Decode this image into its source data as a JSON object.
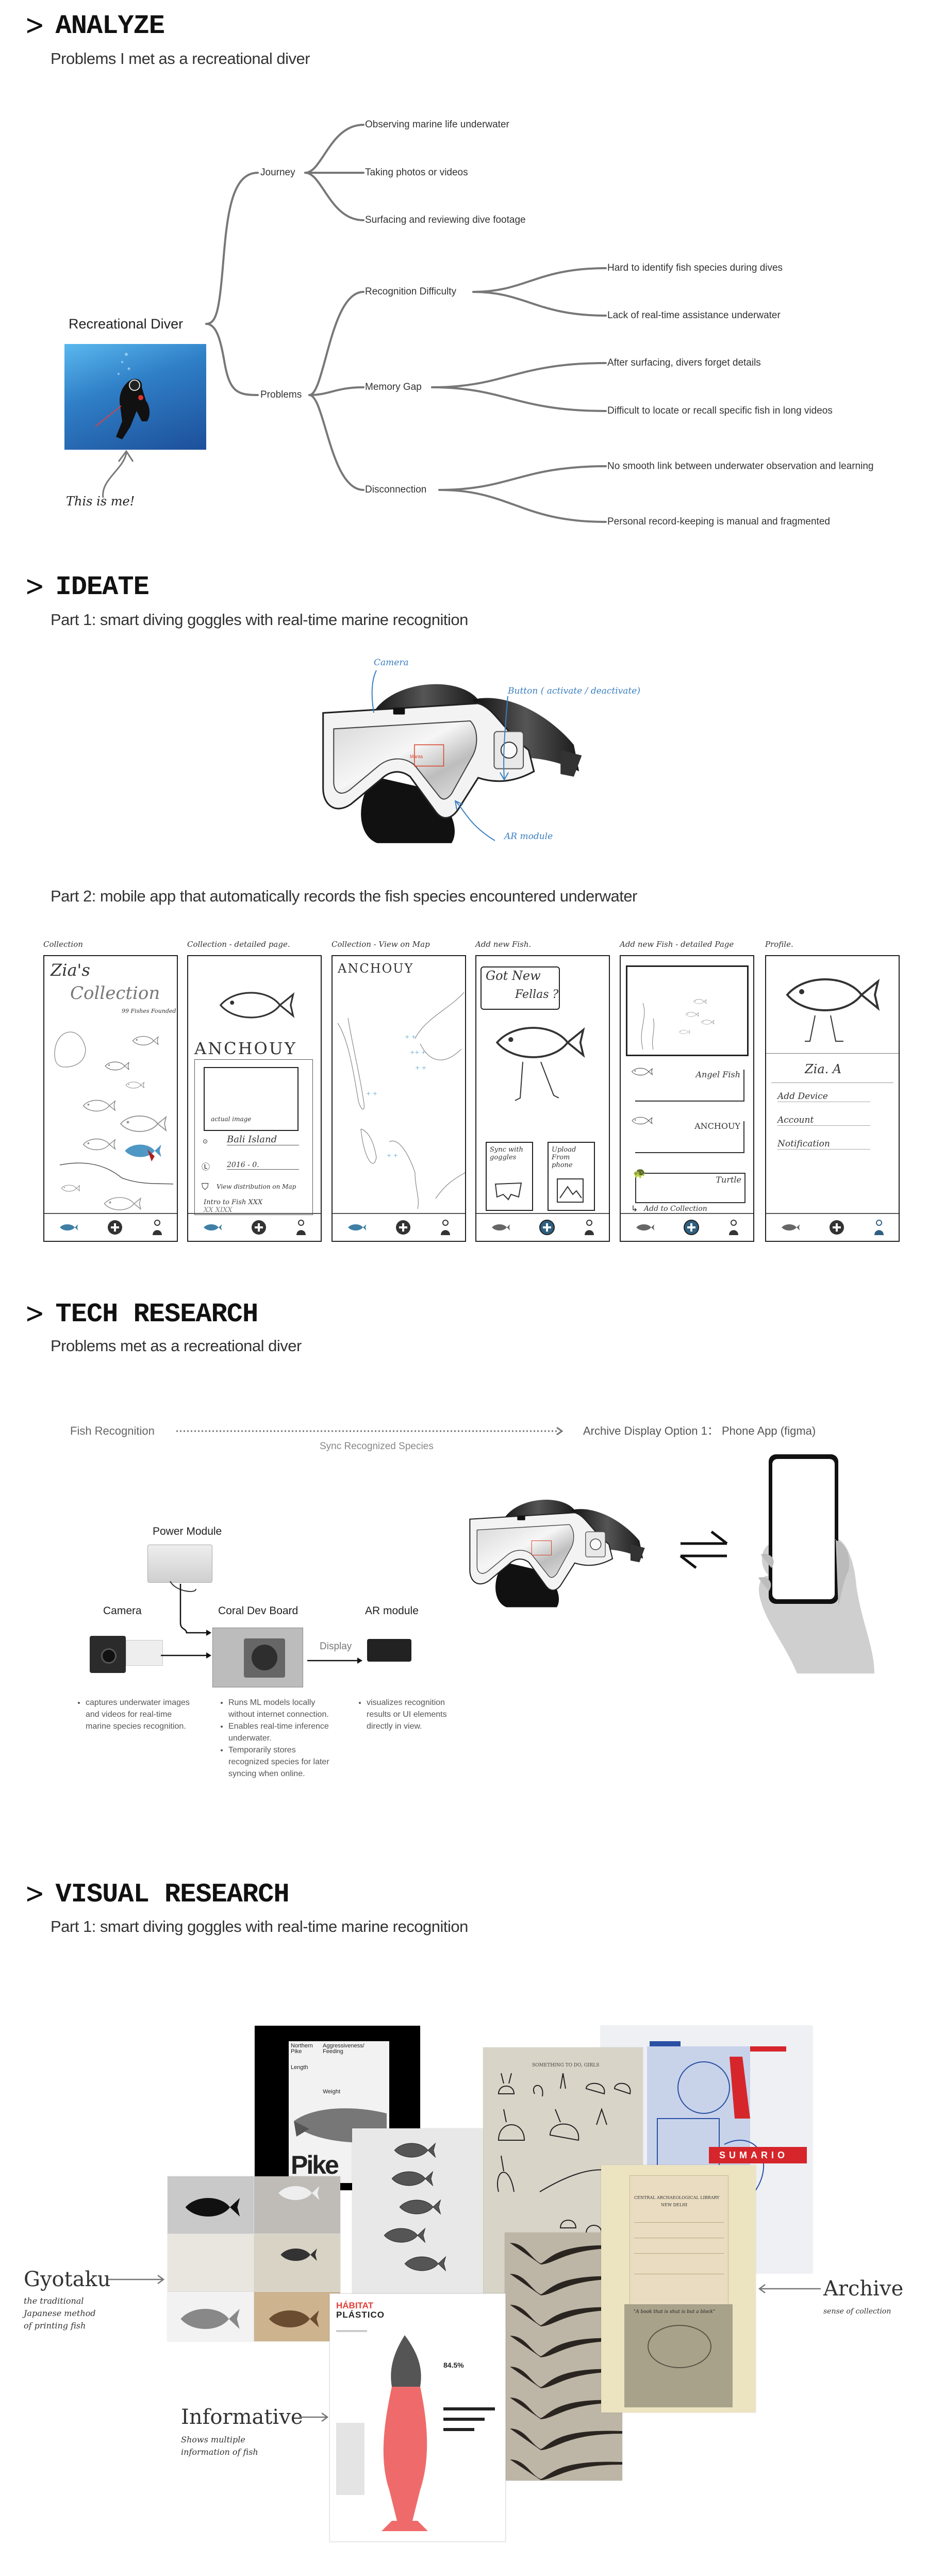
{
  "analyze": {
    "title": "ANALYZE",
    "subtitle": "Problems I met as a recreational diver",
    "root": "Recreational Diver",
    "photo_caption": "This is me!",
    "journey": {
      "label": "Journey",
      "items": [
        "Observing marine life underwater",
        "Taking photos or videos",
        "Surfacing and reviewing dive footage"
      ]
    },
    "problems": {
      "label": "Problems",
      "groups": [
        {
          "label": "Recognition Difficulty",
          "items": [
            "Hard to identify fish species during dives",
            "Lack of real-time assistance underwater"
          ]
        },
        {
          "label": "Memory Gap",
          "items": [
            "After surfacing, divers forget details",
            "Difficult to locate or recall specific fish in long videos"
          ]
        },
        {
          "label": "Disconnection",
          "items": [
            "No smooth link between underwater observation and learning",
            "Personal record-keeping is manual and fragmented"
          ]
        }
      ]
    }
  },
  "ideate": {
    "title": "IDEATE",
    "part1": "Part 1:  smart diving goggles with real-time marine recognition",
    "part2": "Part 2:  mobile app that automatically records the fish species encountered underwater",
    "annotations": {
      "camera": "Camera",
      "button": "Button ( activate / deactivate)",
      "ar": "AR module",
      "lens_tag": "Manta"
    },
    "annotation_color": "#3a7fc1",
    "screens": [
      {
        "label": "Collection",
        "title1": "Zia's",
        "title2": "Collection",
        "count": "99 Fishes Founded"
      },
      {
        "label": "Collection - detailed page.",
        "name": "ANCHOUY",
        "image_caption": "actual image",
        "location": "Bali Island",
        "date": "2016 - 0.",
        "map_link": "View distribution on Map",
        "intro": "Intro to Fish XXX",
        "intro2": "XX  XIXX"
      },
      {
        "label": "Collection - View on Map",
        "name": "ANCHOUY"
      },
      {
        "label": "Add new Fish.",
        "bubble1": "Got New",
        "bubble2": "Fellas ?",
        "sync": "Sync with goggles",
        "upload": "Upload From phone"
      },
      {
        "label": "Add new Fish - detailed Page",
        "items": [
          "Angel Fish",
          "ANCHOUY",
          "Turtle"
        ],
        "add": "Add to Collection"
      },
      {
        "label": "Profile.",
        "name": "Zia. A",
        "menu": [
          "Add Device",
          "Account",
          "Notification"
        ]
      }
    ],
    "nav_icons": [
      "fish-icon",
      "plus-circle-icon",
      "person-icon"
    ],
    "active_color": "#3f7fa6"
  },
  "tech": {
    "title": "TECH RESEARCH",
    "subtitle": "Problems met as a recreational diver",
    "flow_from": "Fish Recognition",
    "flow_to": "Archive Display Option 1：  Phone App (figma)",
    "flow_label": "Sync Recognized Species",
    "components": {
      "power": "Power Module",
      "camera": "Camera",
      "board": "Coral Dev Board",
      "ar": "AR module",
      "display_label": "Display"
    },
    "camera_notes": [
      "captures underwater images and videos for real-time marine species recognition."
    ],
    "board_notes": [
      "Runs ML models locally without internet connection.",
      "Enables real-time inference underwater.",
      "Temporarily stores recognized species for later syncing when online."
    ],
    "ar_notes": [
      "visualizes recognition results or UI elements directly in view."
    ]
  },
  "visual": {
    "title": "VISUAL RESEARCH",
    "subtitle": "Part 1:  smart diving goggles with real-time marine recognition",
    "gyotaku": {
      "label": "Gyotaku",
      "desc": [
        "the traditional",
        "Japanese method",
        "of printing fish"
      ]
    },
    "archive": {
      "label": "Archive",
      "desc": "sense of collection"
    },
    "informative": {
      "label": "Informative",
      "desc": [
        "Shows multiple",
        "information of fish"
      ]
    },
    "pike": {
      "name": "Northern Pike",
      "a": "Aggressiveness/ Feeding",
      "length": "Length",
      "weight": "Weight",
      "big": "Pike"
    },
    "plastico": {
      "title1": "HÁBITAT",
      "title2": "PLÁSTICO",
      "stat": "84.5%"
    },
    "magazine": {
      "word": "SUMARIO"
    },
    "rabbits": {
      "heading": "SOMETHING TO DO, GIRLS"
    },
    "library": {
      "line1": "CENTRAL ARCHAEOLOGICAL LIBRARY",
      "line2": "NEW DELHI",
      "quote": "\"A book that is shut is but a block\""
    }
  }
}
